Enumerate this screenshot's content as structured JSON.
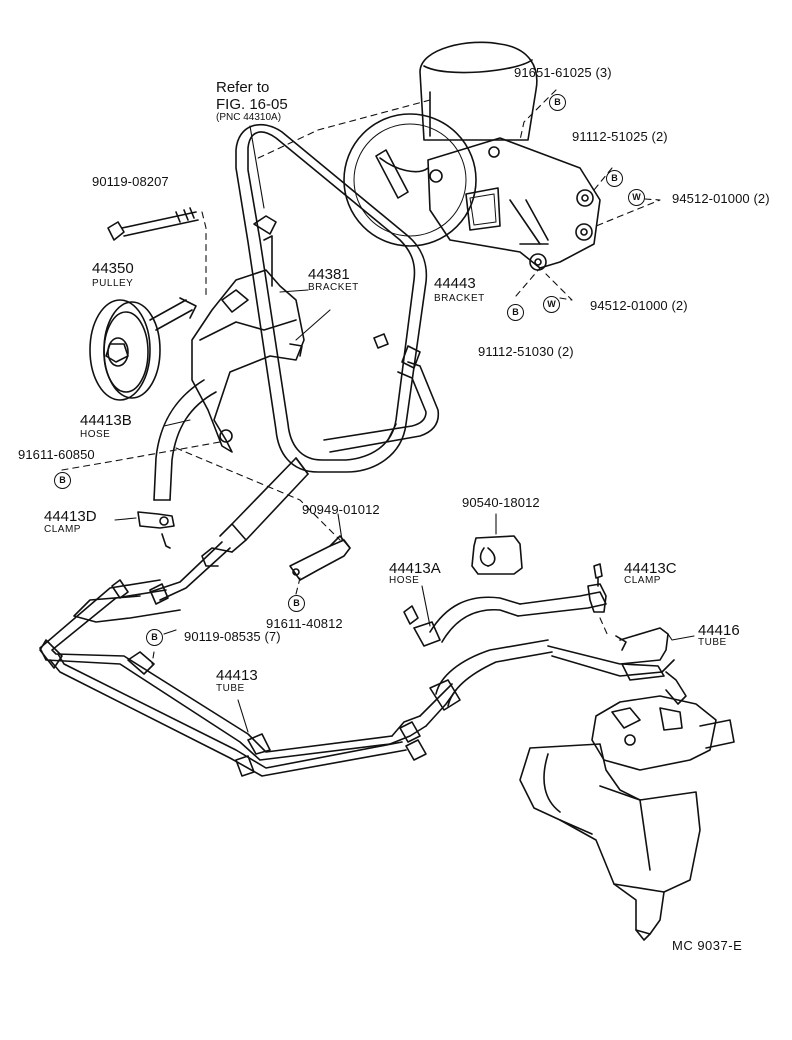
{
  "reference": {
    "line1": "Refer to",
    "line2": "FIG. 16-05",
    "line3": "(PNC 44310A)"
  },
  "labels": {
    "p91651": "91651-61025 (3)",
    "p91112a": "91112-51025 (2)",
    "p94512a": "94512-01000 (2)",
    "p94512b": "94512-01000 (2)",
    "p91112b": "91112-51030 (2)",
    "p90119a": "90119-08207",
    "p44350": "44350",
    "p44350_cap": "PULLEY",
    "p44381": "44381",
    "p44381_cap": "BRACKET",
    "p44443": "44443",
    "p44443_cap": "BRACKET",
    "p44413B": "44413B",
    "p44413B_cap": "HOSE",
    "p91611a": "91611-60850",
    "p44413D": "44413D",
    "p44413D_cap": "CLAMP",
    "p90949": "90949-01012",
    "p90540": "90540-18012",
    "p91611b": "91611-40812",
    "p44413A": "44413A",
    "p44413A_cap": "HOSE",
    "p44413C": "44413C",
    "p44413C_cap": "CLAMP",
    "p44416": "44416",
    "p44416_cap": "TUBE",
    "p90119b": "90119-08535 (7)",
    "p44413": "44413",
    "p44413_cap": "TUBE"
  },
  "markers": {
    "b": "B",
    "w": "W"
  },
  "diagram_code": "MC  9037-E"
}
